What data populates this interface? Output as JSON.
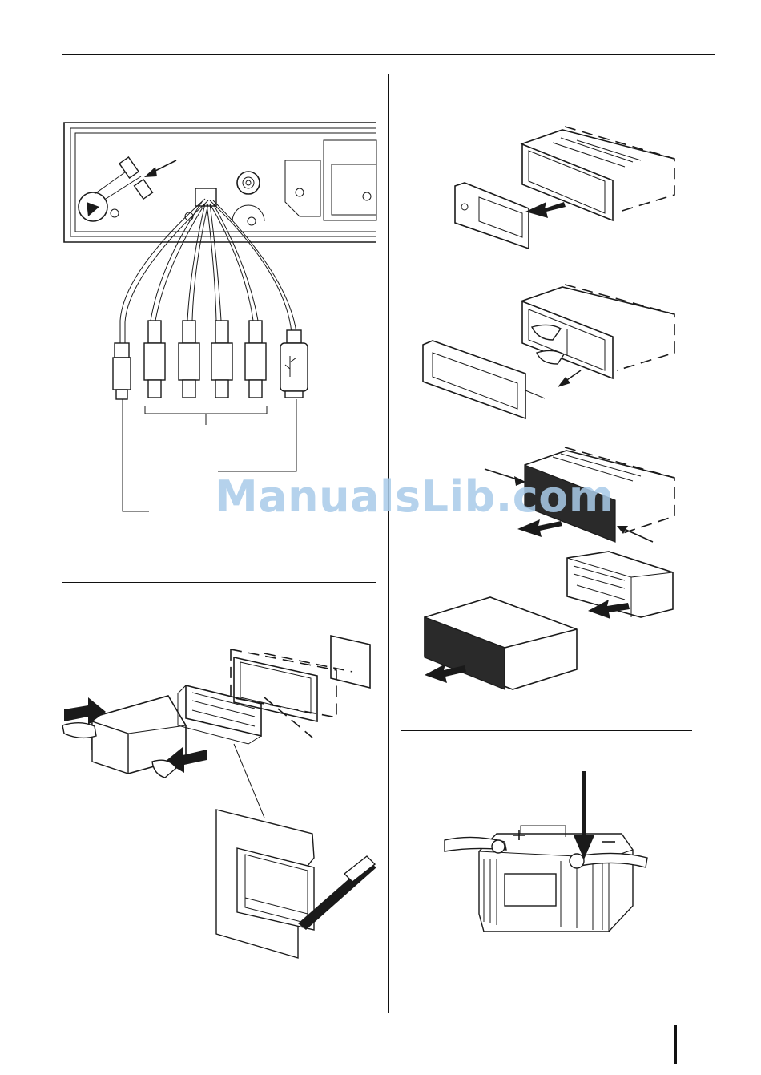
{
  "watermark": {
    "text": "ManualsLib.com"
  },
  "figures": [
    {
      "name": "rear-connection-panel",
      "icon": "rca-usb-cable-harness"
    },
    {
      "name": "installation-with-mounting-frame",
      "icon": "dashboard-install"
    },
    {
      "name": "remove-front-panel",
      "icon": "front-panel-removal"
    },
    {
      "name": "remove-trim-frame",
      "icon": "trim-frame-removal"
    },
    {
      "name": "unlock-and-pull-out-unit",
      "icon": "release-keys"
    },
    {
      "name": "remove-unit-from-cage",
      "icon": "cage-removal"
    },
    {
      "name": "disconnect-battery-terminal",
      "icon": "car-battery"
    }
  ]
}
